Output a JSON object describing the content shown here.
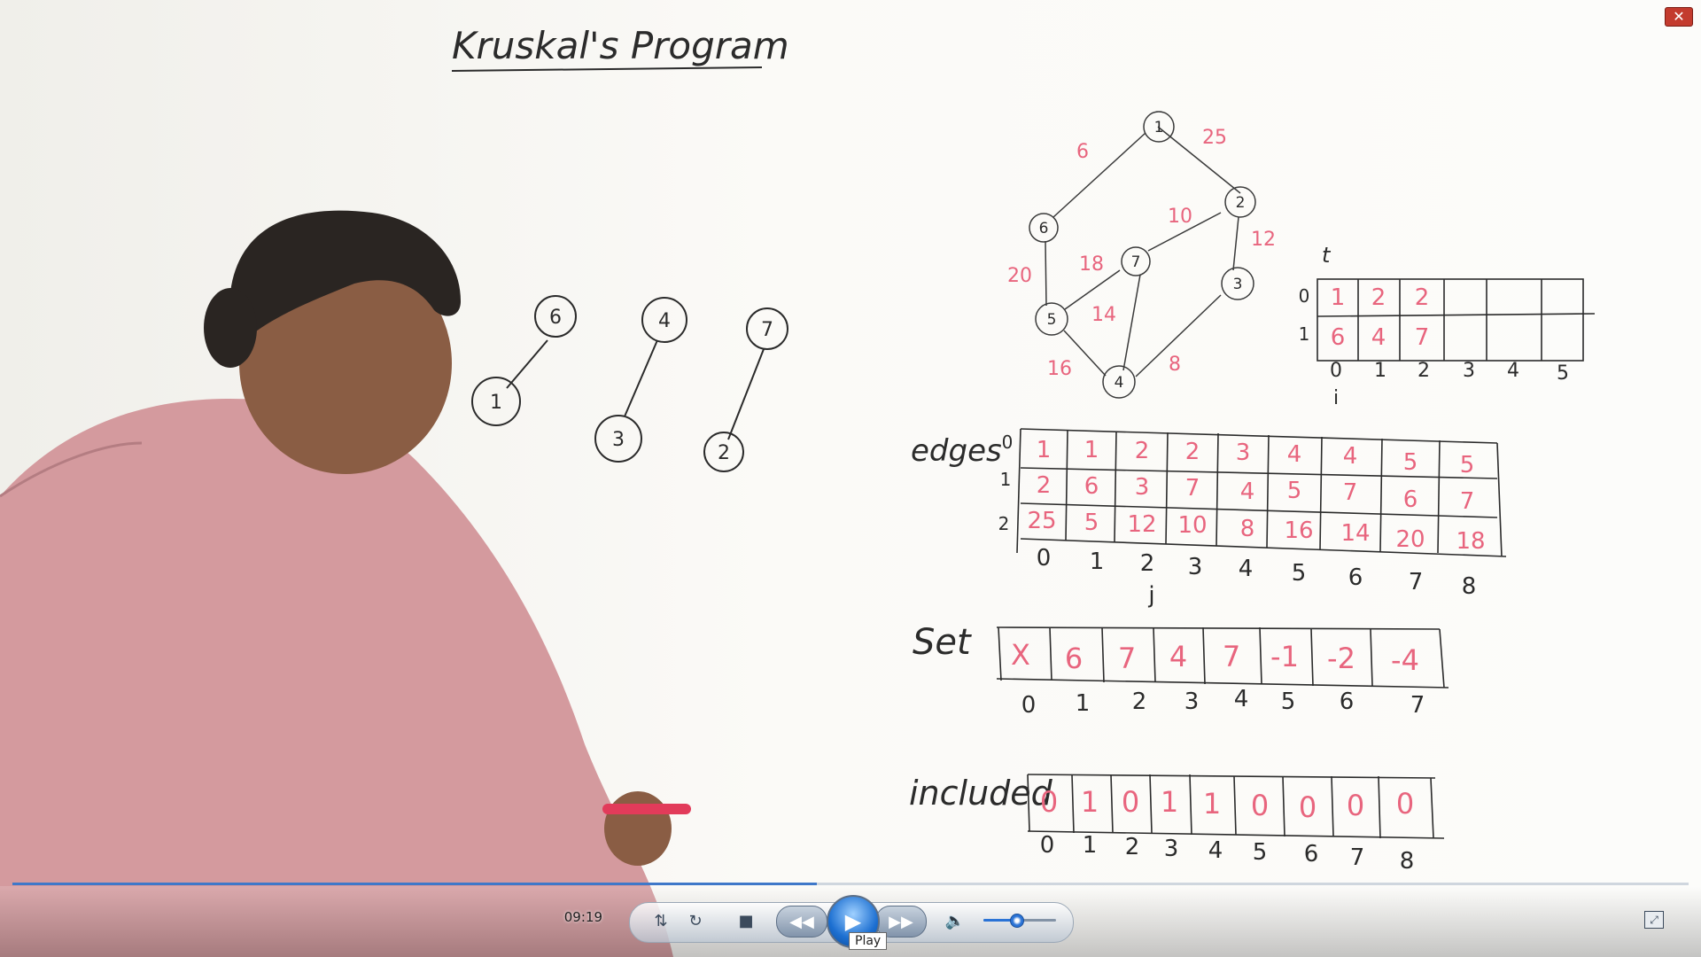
{
  "board": {
    "title": "Kruskal's Program",
    "forest": {
      "nodes": [
        "6",
        "4",
        "7",
        "1",
        "3",
        "2"
      ]
    },
    "graph": {
      "nodes": [
        "1",
        "2",
        "6",
        "7",
        "3",
        "5",
        "4"
      ],
      "weights": [
        "6",
        "25",
        "10",
        "12",
        "20",
        "18",
        "14",
        "16",
        "8"
      ]
    },
    "t_table": {
      "label": "t",
      "row_labels": [
        "0",
        "1"
      ],
      "rows": [
        [
          "1",
          "2",
          "2",
          "",
          "",
          ""
        ],
        [
          "6",
          "4",
          "7",
          "",
          "",
          ""
        ]
      ],
      "col_labels": [
        "0",
        "1",
        "2",
        "3",
        "4",
        "5"
      ],
      "index_label": "i"
    },
    "edges_table": {
      "label": "edges",
      "row_labels": [
        "0",
        "1",
        "2"
      ],
      "rows": [
        [
          "1",
          "1",
          "2",
          "2",
          "3",
          "4",
          "4",
          "5",
          "5"
        ],
        [
          "2",
          "6",
          "3",
          "7",
          "4",
          "5",
          "7",
          "6",
          "7"
        ],
        [
          "25",
          "5",
          "12",
          "10",
          "8",
          "16",
          "14",
          "20",
          "18"
        ]
      ],
      "col_labels": [
        "0",
        "1",
        "2",
        "3",
        "4",
        "5",
        "6",
        "7",
        "8"
      ],
      "index_label": "j"
    },
    "set_table": {
      "label": "Set",
      "cells": [
        "X",
        "6",
        "7",
        "4",
        "7",
        "-1",
        "-2",
        "-4"
      ],
      "col_labels": [
        "0",
        "1",
        "2",
        "3",
        "4",
        "5",
        "6",
        "7"
      ]
    },
    "included_table": {
      "label": "included",
      "cells": [
        "0",
        "1",
        "0",
        "1",
        "1",
        "0",
        "0",
        "0",
        "0"
      ],
      "col_labels": [
        "0",
        "1",
        "2",
        "3",
        "4",
        "5",
        "6",
        "7",
        "8"
      ]
    }
  },
  "player": {
    "time": "09:19",
    "progress": 0.48,
    "volume": 0.45,
    "play_tooltip": "Play",
    "icons": {
      "close": "close-icon",
      "switch_view": "switch-view-icon",
      "repeat": "repeat-icon",
      "stop": "stop-icon",
      "rewind": "rewind-icon",
      "play": "play-icon",
      "fast_forward": "fast-forward-icon",
      "volume": "volume-icon",
      "fullscreen": "fullscreen-icon"
    }
  }
}
